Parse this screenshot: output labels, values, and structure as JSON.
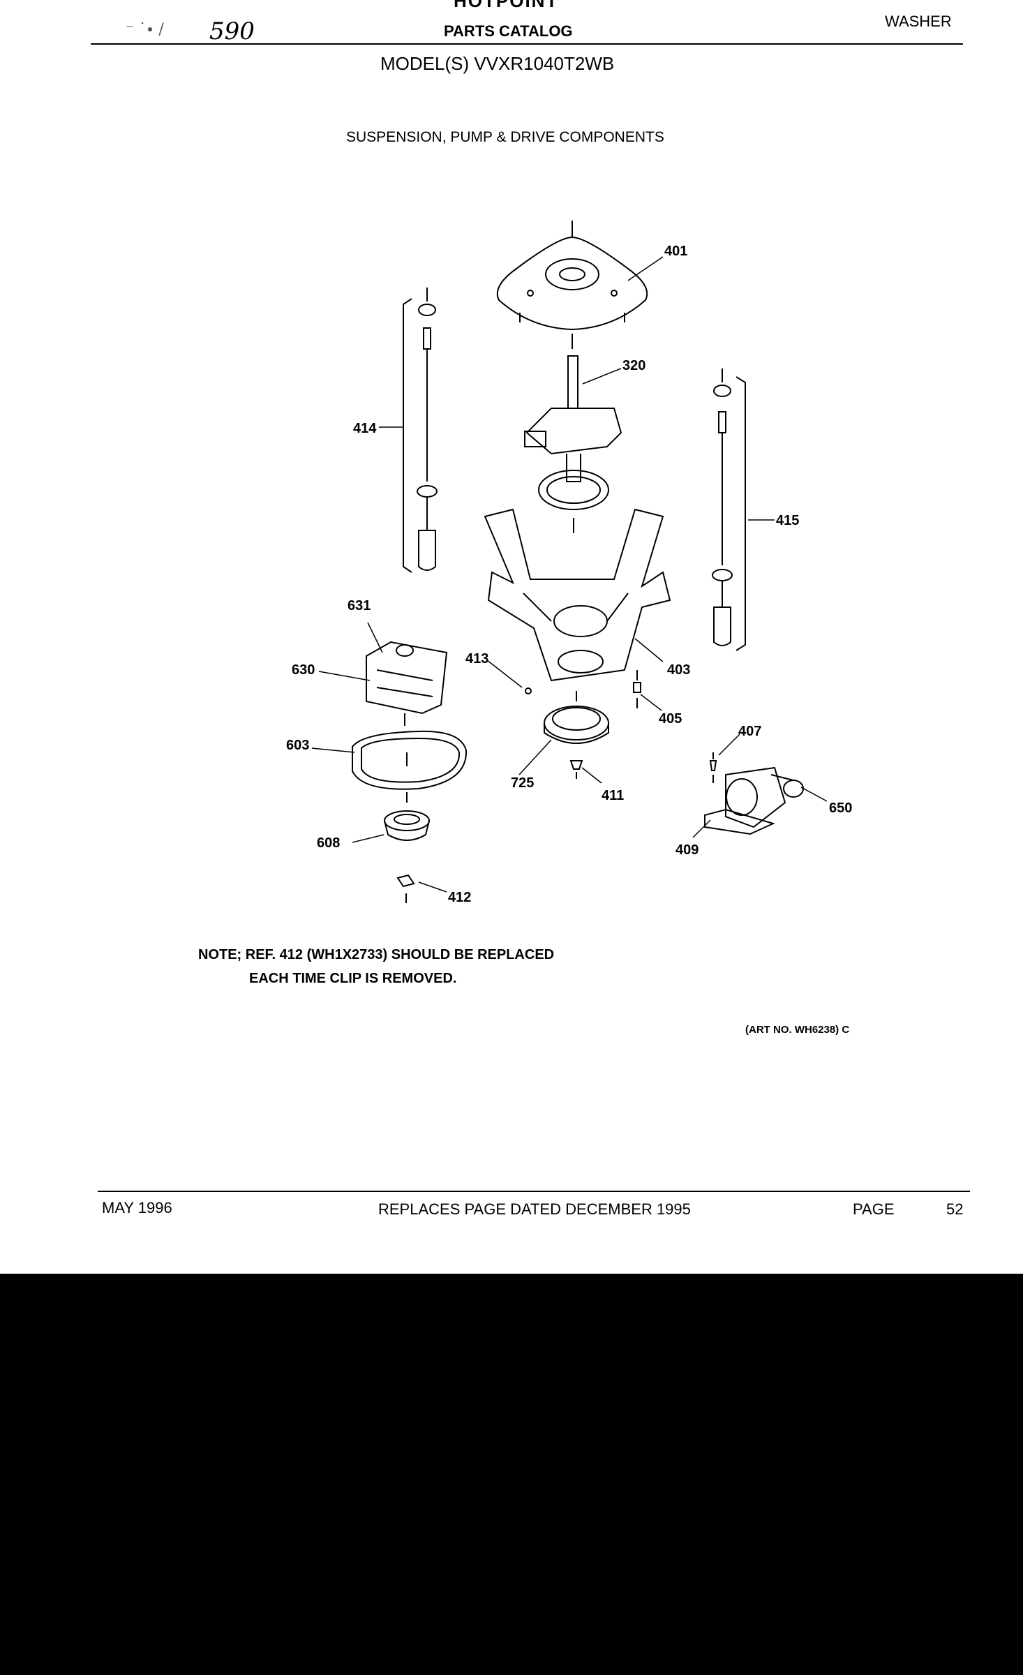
{
  "header": {
    "brand": "HOTPOINT",
    "handwritten_note": "590",
    "catalog_title": "PARTS CATALOG",
    "appliance": "WASHER",
    "model": "MODEL(S) VVXR1040T2WB",
    "section_title": "SUSPENSION, PUMP & DRIVE COMPONENTS"
  },
  "diagram": {
    "callouts": [
      "401",
      "320",
      "414",
      "415",
      "403",
      "631",
      "630",
      "413",
      "405",
      "407",
      "603",
      "725",
      "411",
      "650",
      "608",
      "409",
      "412"
    ]
  },
  "notes": {
    "line1": "NOTE; REF. 412 (WH1X2733) SHOULD BE REPLACED",
    "line2": "EACH TIME CLIP IS REMOVED.",
    "art_number": "(ART NO. WH6238) C"
  },
  "footer": {
    "date": "MAY 1996",
    "replaces": "REPLACES PAGE DATED DECEMBER 1995",
    "page_label": "PAGE",
    "page_number": "52"
  }
}
